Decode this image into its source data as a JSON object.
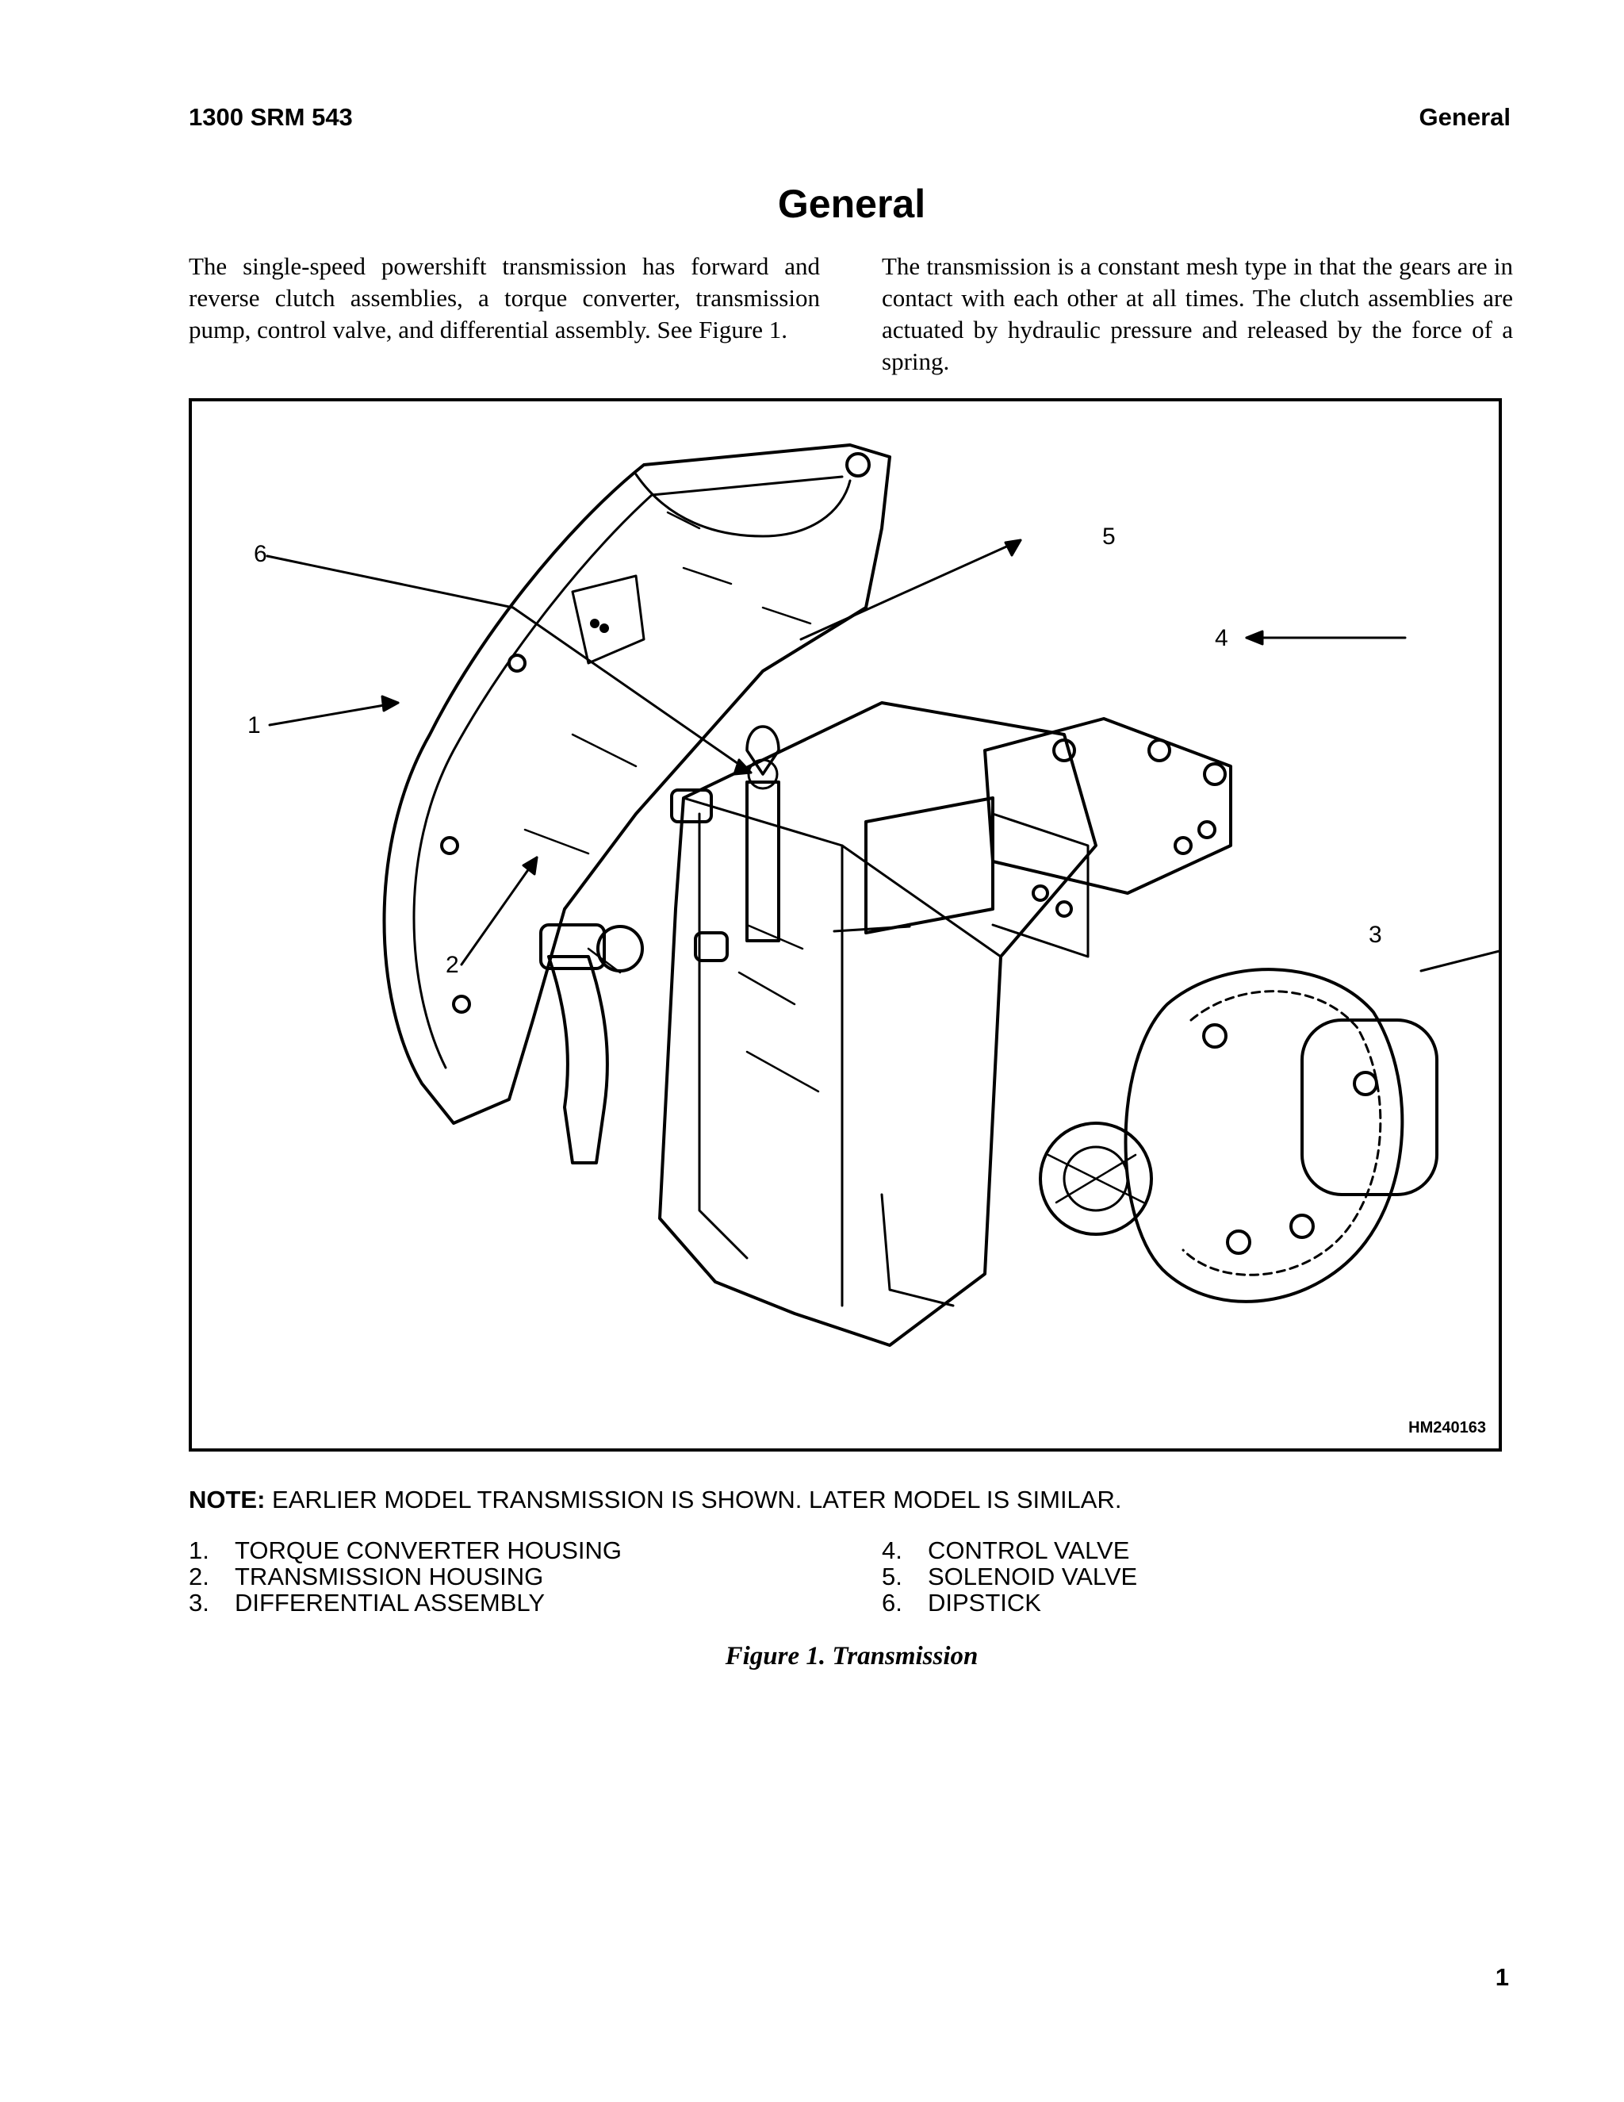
{
  "header": {
    "doc_id": "1300 SRM 543",
    "section": "General"
  },
  "title": "General",
  "paragraphs": {
    "left": "The single-speed powershift transmission has forward and reverse clutch assemblies, a torque converter, transmission pump, control valve, and differential assembly. See Figure 1.",
    "right": "The transmission is a constant mesh type in that the gears are in contact with each other at all times. The clutch assemblies are actuated by hydraulic pressure and released by the force of a spring."
  },
  "figure": {
    "callouts": [
      "1",
      "2",
      "3",
      "4",
      "5",
      "6"
    ],
    "drawing_id": "HM240163"
  },
  "note": {
    "label": "NOTE:",
    "text": " EARLIER MODEL TRANSMISSION IS SHOWN. LATER MODEL IS SIMILAR."
  },
  "legend": [
    {
      "num": "1.",
      "label": "TORQUE CONVERTER HOUSING"
    },
    {
      "num": "2.",
      "label": "TRANSMISSION HOUSING"
    },
    {
      "num": "3.",
      "label": "DIFFERENTIAL ASSEMBLY"
    },
    {
      "num": "4.",
      "label": "CONTROL VALVE"
    },
    {
      "num": "5.",
      "label": "SOLENOID VALVE"
    },
    {
      "num": "6.",
      "label": "DIPSTICK"
    }
  ],
  "caption": "Figure 1.  Transmission",
  "page_number": "1"
}
